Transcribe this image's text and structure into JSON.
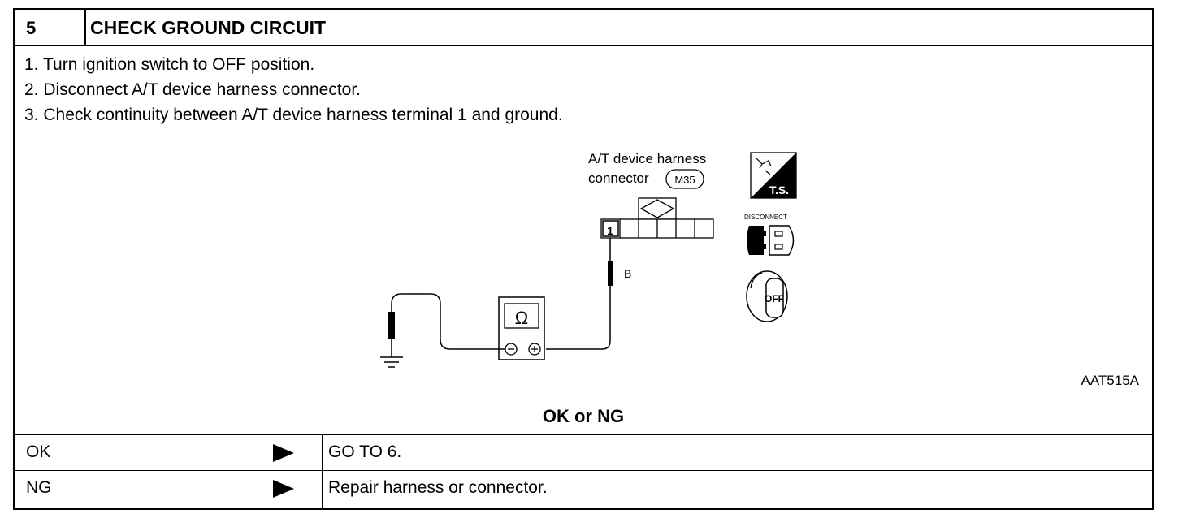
{
  "header": {
    "step_number": "5",
    "title": "CHECK GROUND CIRCUIT"
  },
  "instructions": [
    "1.  Turn ignition switch to OFF position.",
    "2.  Disconnect A/T device harness connector.",
    "3.  Check continuity between A/T device harness terminal 1 and ground."
  ],
  "diagram": {
    "connector_label_line1": "A/T device harness",
    "connector_label_line2": "connector",
    "connector_code": "M35",
    "terminal_number": "1",
    "wire_color": "B",
    "meter_symbol": "Ω",
    "ts_label": "T.S.",
    "disconnect_label": "DISCONNECT",
    "off_label": "OFF",
    "figure_ref": "AAT515A"
  },
  "result": {
    "question": "OK or NG",
    "rows": [
      {
        "key": "OK",
        "value": "GO TO 6."
      },
      {
        "key": "NG",
        "value": "Repair harness or connector."
      }
    ]
  }
}
